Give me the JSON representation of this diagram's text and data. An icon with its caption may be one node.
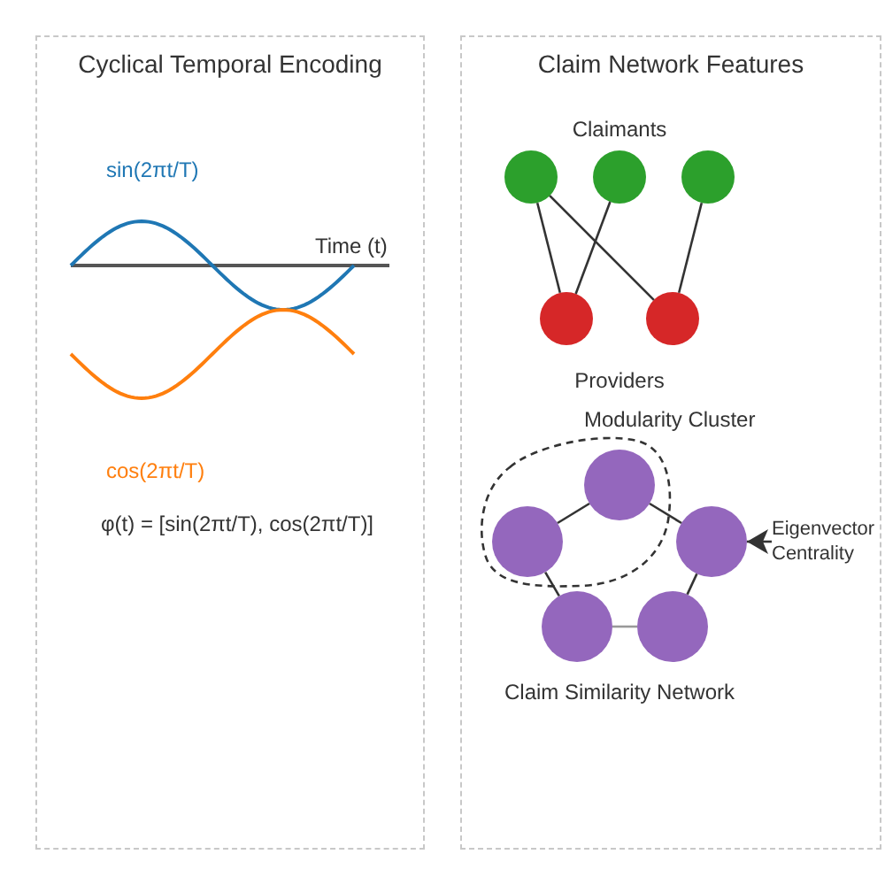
{
  "diagram": {
    "nodes": [
      {
        "text": [
          "Cyclical Temporal Encoding"
        ]
      },
      {
        "text": [
          "Claim Network Features"
        ]
      },
      {
        "text": [],
        "shape": "circle",
        "in": 1
      },
      {
        "text": [],
        "shape": "circle",
        "in": 1
      },
      {
        "text": [],
        "shape": "circle",
        "in": 1
      },
      {
        "text": [],
        "shape": "circle",
        "in": 1
      },
      {
        "text": [],
        "shape": "circle",
        "in": 1
      },
      {
        "text": [
          "Modularity Cluster"
        ],
        "in": 1
      },
      {
        "text": [],
        "shape": "circle",
        "in": 7
      },
      {
        "text": [],
        "shape": "circle",
        "in": 7
      },
      {
        "text": [],
        "shape": "circle",
        "in": 1
      },
      {
        "text": [
          "Eigenvector Centrality"
        ],
        "in": 1
      },
      {
        "text": [],
        "shape": "circle",
        "in": 1
      },
      {
        "text": [],
        "shape": "circle",
        "in": 1
      }
    ],
    "edges": [
      {
        "from": 2,
        "to": 5,
        "arrow": "none"
      },
      {
        "from": 3,
        "to": 5,
        "arrow": "none"
      },
      {
        "from": 2,
        "to": 6,
        "arrow": "none"
      },
      {
        "from": 4,
        "to": 6,
        "arrow": "none"
      },
      {
        "from": 8,
        "to": 9,
        "arrow": "none"
      },
      {
        "from": 8,
        "to": 10,
        "arrow": "none"
      },
      {
        "from": 9,
        "to": 12,
        "arrow": "none"
      },
      {
        "from": 10,
        "to": 13,
        "arrow": "none"
      },
      {
        "from": 12,
        "to": 13,
        "arrow": "none",
        "color": "#999999"
      },
      {
        "from": 11,
        "to": 10,
        "arrow": "to"
      }
    ],
    "labels": [
      "sin(2πt/T)",
      "Time (t)",
      "cos(2πt/T)",
      "φ(t) = [sin(2πt/T), cos(2πt/T)]",
      "Claimants",
      "Providers",
      "Claim Similarity Network"
    ]
  }
}
